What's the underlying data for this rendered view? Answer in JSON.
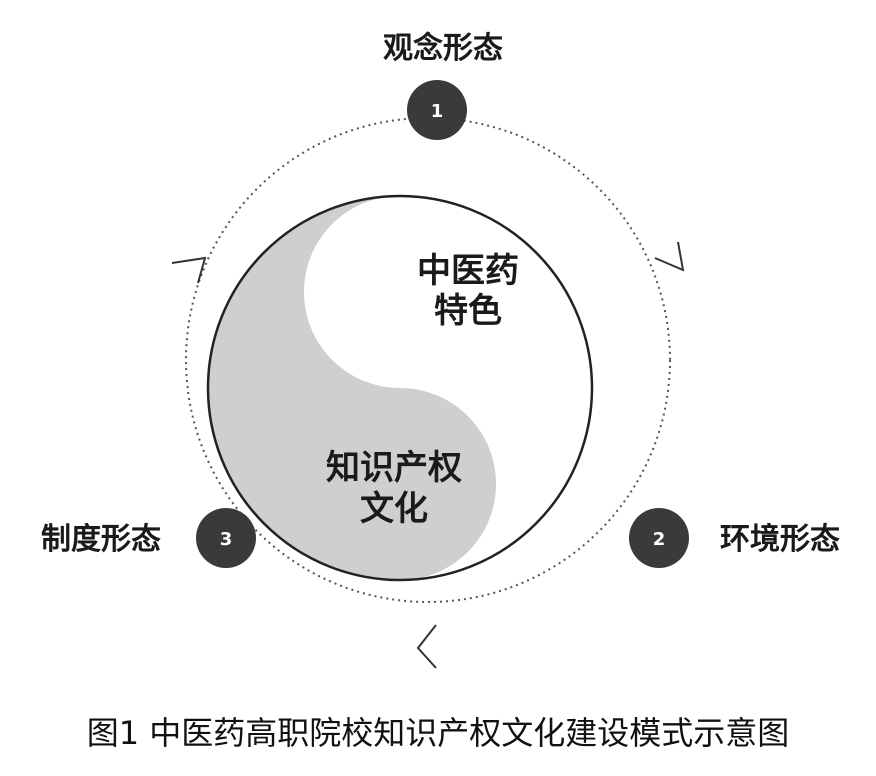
{
  "outer_states": [
    {
      "label": "观念形态",
      "number": "1"
    },
    {
      "label": "环境形态",
      "number": "2"
    },
    {
      "label": "制度形态",
      "number": "3"
    }
  ],
  "center": {
    "top_line1": "中医药",
    "top_line2": "特色",
    "bottom_line1": "知识产权",
    "bottom_line2": "文化"
  },
  "caption": "图1  中医药高职院校知识产权文化建设模式示意图",
  "colors": {
    "node_fill": "#3a3a3a",
    "yin_fill": "#cfcfcf",
    "yang_fill": "#ffffff",
    "ring_stroke": "#555555"
  }
}
